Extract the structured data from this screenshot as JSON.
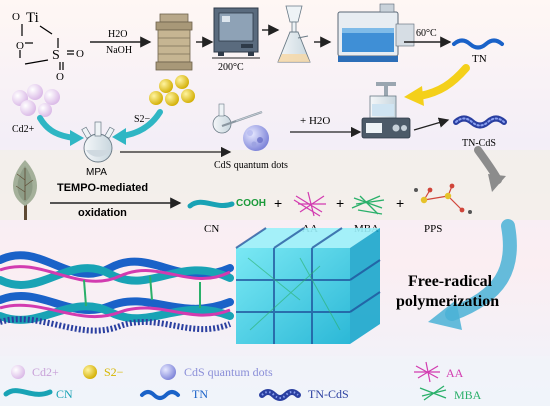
{
  "row1": {
    "ti": "Ti",
    "s": "S",
    "o_top": "O",
    "o_left": "O",
    "o_right": "O",
    "o_bottom": "O",
    "reagent1": "H2O",
    "reagent2": "NaOH",
    "temp1": "200°C",
    "temp2": "60°C",
    "product": "TN"
  },
  "row2": {
    "cd": "Cd2+",
    "s2": "S2−",
    "mpa": "MPA",
    "qd": "CdS quantum dots",
    "plus_h2o": "+ H2O",
    "tn_cds": "TN-CdS"
  },
  "row3": {
    "tempo_line1": "TEMPO-mediated",
    "tempo_line2": "oxidation",
    "cooh": "COOH",
    "cn": "CN",
    "aa": "AA",
    "mba": "MBA",
    "pps": "PPS",
    "plus": "+"
  },
  "row4": {
    "free_line1": "Free-radical",
    "free_line2": "polymerization"
  },
  "legend": [
    {
      "label": "Cd2+",
      "color": "#c8a0d8"
    },
    {
      "label": "S2−",
      "color": "#d6b600"
    },
    {
      "label": "CdS quantum dots",
      "color": "#8a8ed8"
    },
    {
      "label": "AA",
      "color": "#d23bb0"
    },
    {
      "label": "CN",
      "color": "#19a3b5"
    },
    {
      "label": "TN",
      "color": "#1a62c8"
    },
    {
      "label": "TN-CdS",
      "color": "#2a3fa0"
    },
    {
      "label": "MBA",
      "color": "#2ab06a"
    }
  ],
  "colors": {
    "arrow_yellow": "#f4d01a",
    "arrow_teal": "#2fb6c4",
    "arrow_gray": "#8c8c8c",
    "tn_blue": "#1a62c8",
    "cn_teal": "#19a3b5",
    "aa_magenta": "#d23bb0",
    "mba_green": "#2ab06a",
    "cooh_green": "#1a9a3a"
  }
}
